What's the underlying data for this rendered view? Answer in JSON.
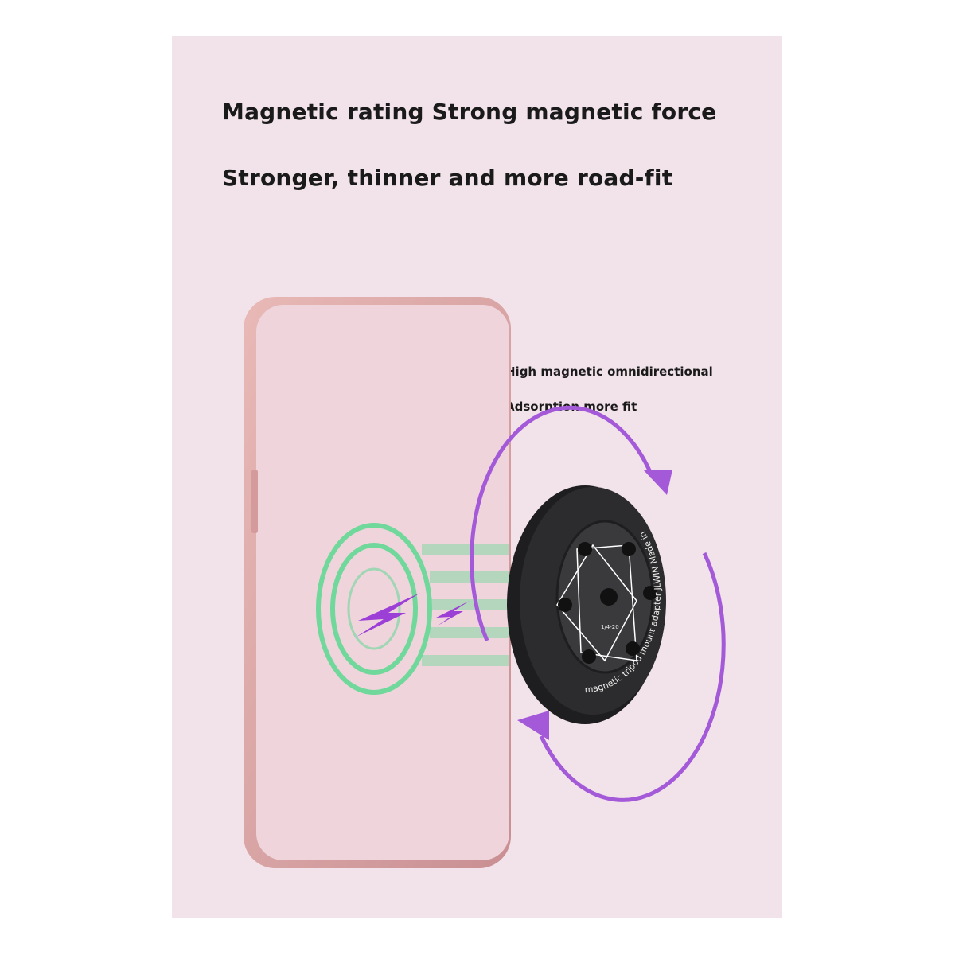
{
  "headline": {
    "line1": "Magnetic rating Strong magnetic force",
    "line2": "Stronger, thinner and more road-fit"
  },
  "feature": {
    "line1": "High magnetic omnidirectional",
    "line2": "Adsorption more fit"
  },
  "product": {
    "ring_text": "magnetic tripod mount adapter JLWIN Made in",
    "center_text": "1/4-20"
  },
  "colors": {
    "panel": "#f2e3ea",
    "phone_frame": "#d9a8a8",
    "phone_face": "#efd4dc",
    "magnet_rings": "#4fd88a",
    "lightning": "#9b3fd6",
    "rotation_arrows": "#a45ad8",
    "puck": "#2a2a2c"
  }
}
